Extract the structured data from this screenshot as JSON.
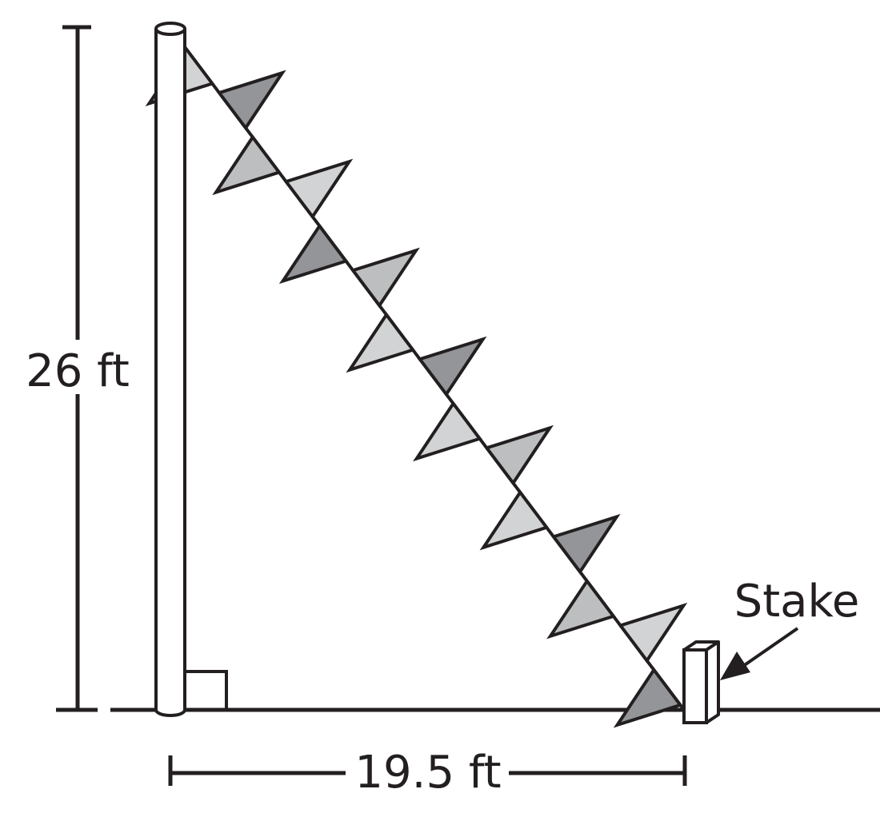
{
  "diagram": {
    "height_label": "26 ft",
    "distance_label": "19.5 ft",
    "stake_label": "Stake",
    "colors": {
      "ink": "#231f20",
      "flag_light": "#d2d3d5",
      "flag_mid": "#bcbec0",
      "flag_dark": "#939598",
      "background": "#ffffff"
    },
    "pennant_shades": [
      "light",
      "dark",
      "mid",
      "light",
      "dark",
      "mid",
      "light",
      "dark",
      "light",
      "mid",
      "light",
      "dark",
      "mid",
      "light",
      "dark"
    ]
  }
}
